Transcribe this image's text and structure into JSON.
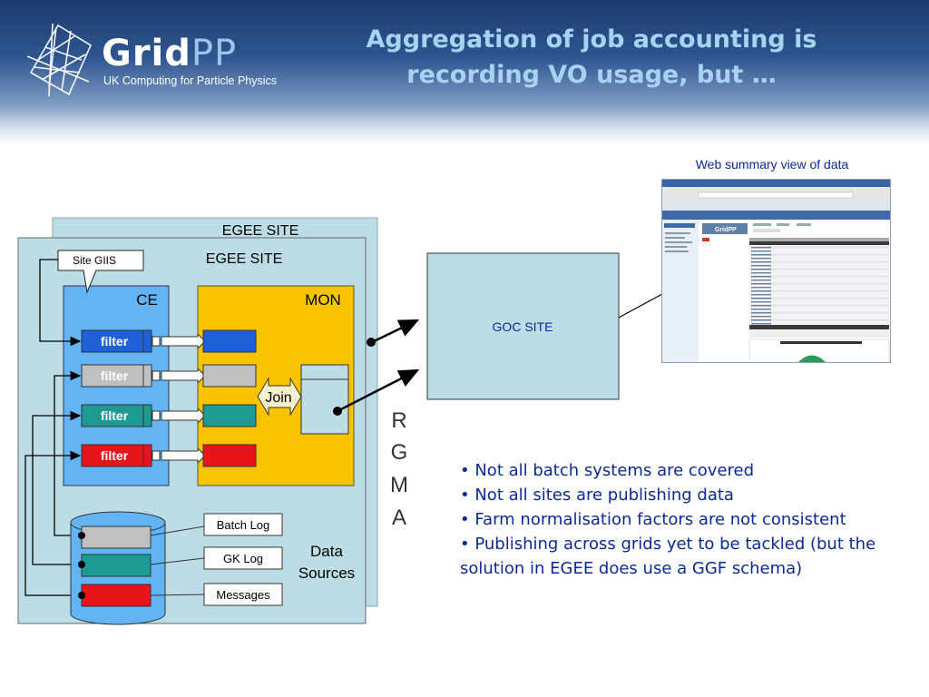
{
  "header": {
    "logo_text": "Grid",
    "logo_text_pp": "PP",
    "logo_subtitle": "UK Computing for Particle Physics",
    "logo_icon": "grid-mesh-icon",
    "title_line1": "Aggregation of job accounting is",
    "title_line2": "recording VO usage, but …"
  },
  "diagram": {
    "back_site_label": "EGEE SITE",
    "front_site_label": "EGEE SITE",
    "site_giis_label": "Site GIIS",
    "ce_label": "CE",
    "mon_label": "MON",
    "filter_label": "filter",
    "join_label": "Join",
    "rgma_letters": [
      "R",
      "G",
      "M",
      "A"
    ],
    "goc_site_label": "GOC SITE",
    "data_sources_line1": "Data",
    "data_sources_line2": "Sources",
    "log_labels": [
      "Batch Log",
      "GK Log",
      "Messages"
    ],
    "colors": {
      "site_bg": "#bcdde5",
      "ce_bg": "#62b4f4",
      "mon_bg": "#f8c300",
      "filter_blue": "#1e60d8",
      "filter_grey": "#c0c0c0",
      "filter_teal": "#1f9a92",
      "filter_red": "#e8141c"
    }
  },
  "web_summary": {
    "caption": "Web summary view of data",
    "mini_logo": "GridPP"
  },
  "bullets": [
    "• Not all batch systems are covered",
    "• Not all sites are publishing data",
    "• Farm normalisation factors are not consistent",
    "• Publishing across grids yet to be tackled (but the solution in EGEE does use a GGF schema)"
  ]
}
